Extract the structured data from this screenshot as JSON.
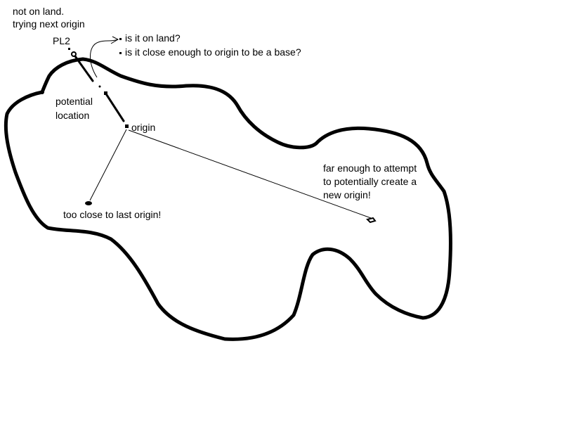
{
  "labels": {
    "not_on_land_1": "not on land.",
    "not_on_land_2": "trying next origin",
    "pl2": "PL2",
    "question_1": "is it on land?",
    "question_2": "is it close enough to origin to be a base?",
    "potential_1": "potential",
    "potential_2": "location",
    "origin": "origin",
    "too_close": "too close to last origin!",
    "far_1": "far enough to attempt",
    "far_2": "to potentially create a",
    "far_3": "new origin!"
  },
  "colors": {
    "stroke": "#000000",
    "background": "#ffffff"
  }
}
